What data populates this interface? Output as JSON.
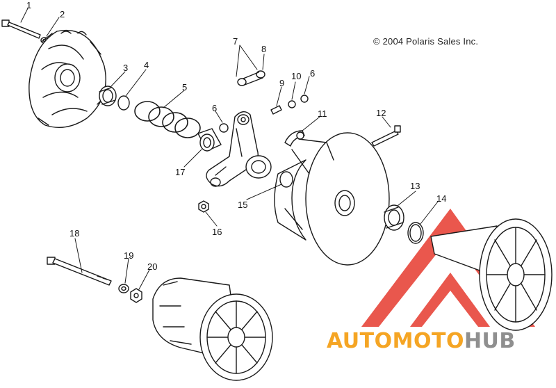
{
  "copyright": "© 2004 Polaris Sales Inc.",
  "watermark": {
    "part1": "AUTO",
    "part2": "MOTO",
    "part3": "HUB",
    "colors": {
      "orange": "#f5a524",
      "gray": "#8f8f8f",
      "red": "#e63a2e"
    }
  },
  "callouts": [
    {
      "id": "c1",
      "text": "1"
    },
    {
      "id": "c2",
      "text": "2"
    },
    {
      "id": "c3",
      "text": "3"
    },
    {
      "id": "c4",
      "text": "4"
    },
    {
      "id": "c5",
      "text": "5"
    },
    {
      "id": "c6a",
      "text": "6"
    },
    {
      "id": "c6b",
      "text": "6"
    },
    {
      "id": "c7",
      "text": "7"
    },
    {
      "id": "c8",
      "text": "8"
    },
    {
      "id": "c9",
      "text": "9"
    },
    {
      "id": "c10",
      "text": "10"
    },
    {
      "id": "c11",
      "text": "11"
    },
    {
      "id": "c12",
      "text": "12"
    },
    {
      "id": "c13",
      "text": "13"
    },
    {
      "id": "c14",
      "text": "14"
    },
    {
      "id": "c15",
      "text": "15"
    },
    {
      "id": "c16",
      "text": "16"
    },
    {
      "id": "c17",
      "text": "17"
    },
    {
      "id": "c18",
      "text": "18"
    },
    {
      "id": "c19",
      "text": "19"
    },
    {
      "id": "c20",
      "text": "20"
    }
  ]
}
